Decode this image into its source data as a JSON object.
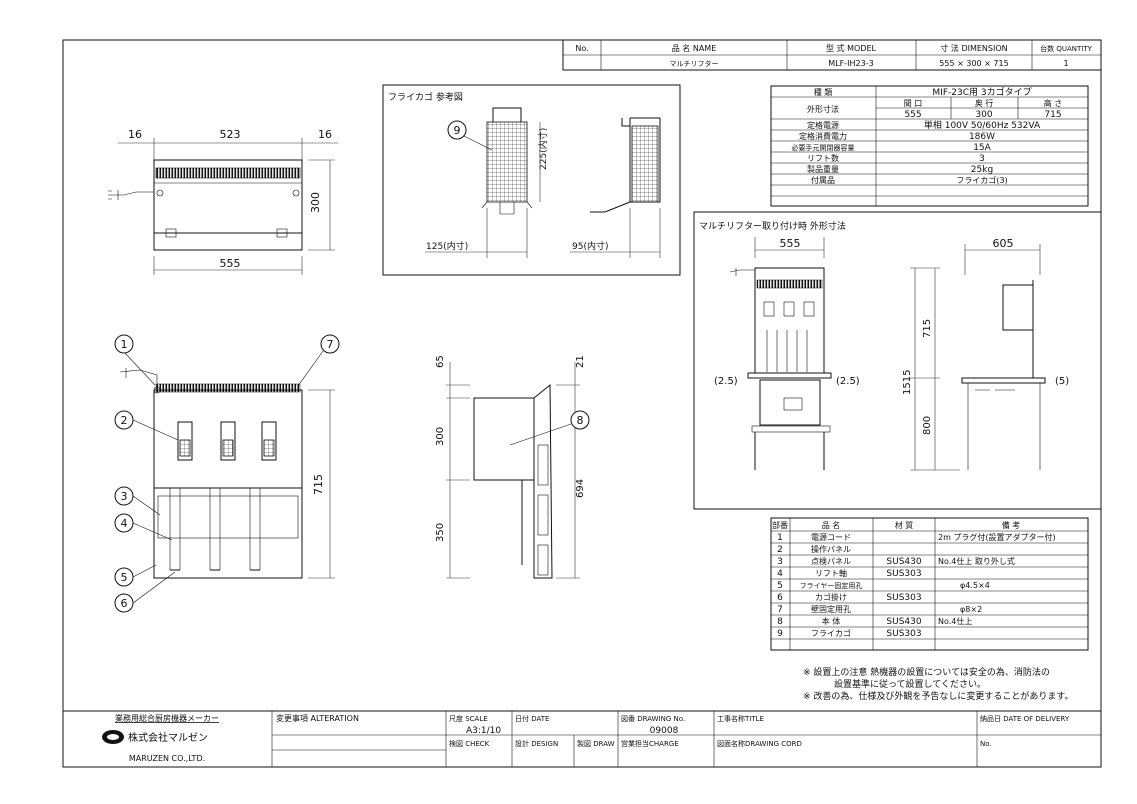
{
  "title_block": {
    "no_label": "No.",
    "name_label": "品 名 NAME",
    "name_value": "マルチリフター",
    "model_label": "型 式 MODEL",
    "model_value": "MLF-IH23-3",
    "dimension_label": "寸 法 DIMENSION",
    "dimension_value": "555 × 300 × 715",
    "quantity_label": "台数 QUANTITY",
    "quantity_value": "1"
  },
  "spec_table": {
    "rows": [
      {
        "label": "種 類",
        "value": "MIF-23C用 3カゴタイプ"
      },
      {
        "label": "定格電源",
        "value": "単相 100V 50/60Hz 532VA"
      },
      {
        "label": "定格消費電力",
        "value": "186W"
      },
      {
        "label": "必要手元開閉器容量",
        "value": "15A"
      },
      {
        "label": "リフト数",
        "value": "3"
      },
      {
        "label": "製品重量",
        "value": "25kg"
      },
      {
        "label": "付属品",
        "value": "フライカゴ(3)"
      }
    ],
    "size_label": "外形寸法",
    "size_headers": [
      "間 口",
      "奥 行",
      "高 さ"
    ],
    "size_values": [
      "555",
      "300",
      "715"
    ]
  },
  "basket_ref": {
    "title": "フライカゴ 参考図",
    "dim_width": "125(内寸)",
    "dim_height": "225(内寸)",
    "dim_depth": "95(内寸)"
  },
  "top_view": {
    "dim_left": "16",
    "dim_mid": "523",
    "dim_right": "16",
    "dim_depth": "300",
    "dim_width": "555"
  },
  "front_view": {
    "dim_height": "715"
  },
  "side_view": {
    "dim_65": "65",
    "dim_21": "21",
    "dim_300": "300",
    "dim_694": "694",
    "dim_350": "350"
  },
  "mount_view": {
    "title": "マルチリフター取り付け時 外形寸法",
    "dim_555": "555",
    "dim_605": "605",
    "dim_715": "715",
    "dim_1515": "1515",
    "dim_800": "800",
    "dim_gap_left": "(2.5)",
    "dim_gap_right": "(2.5)",
    "dim_5": "(5)"
  },
  "callouts": [
    "1",
    "2",
    "3",
    "4",
    "5",
    "6",
    "7",
    "8",
    "9"
  ],
  "parts_table": {
    "headers": [
      "部番",
      "品 名",
      "材 質",
      "備 考"
    ],
    "rows": [
      [
        "1",
        "電源コード",
        "",
        "2m プラグ付(設置アダプター付)"
      ],
      [
        "2",
        "操作パネル",
        "",
        ""
      ],
      [
        "3",
        "点検パネル",
        "SUS430",
        "No.4仕上 取り外し式"
      ],
      [
        "4",
        "リフト軸",
        "SUS303",
        ""
      ],
      [
        "5",
        "フライヤー固定用孔",
        "",
        "φ4.5×4"
      ],
      [
        "6",
        "カゴ掛け",
        "SUS303",
        ""
      ],
      [
        "7",
        "壁固定用孔",
        "",
        "φ8×2"
      ],
      [
        "8",
        "本 体",
        "SUS430",
        "No.4仕上"
      ],
      [
        "9",
        "フライカゴ",
        "SUS303",
        ""
      ]
    ]
  },
  "notes": [
    "※ 設置上の注意 熱機器の設置については安全の為、消防法の",
    "設置基準に従って設置してください。",
    "※ 改善の為、仕様及び外観を予告なしに変更することがあります。"
  ],
  "footer": {
    "maker_caption": "業務用総合厨房機器メーカー",
    "company_name": "株式会社マルゼン",
    "company_romaji": "MARUZEN CO.,LTD.",
    "alteration_label": "変更事項 ALTERATION",
    "scale_label": "尺度 SCALE",
    "scale_value": "A3:1/10",
    "date_label": "日付 DATE",
    "drawing_no_label": "図番 DRAWING No.",
    "drawing_no_value": "09008",
    "title_label": "工事名称TITLE",
    "delivery_label": "納品日 DATE OF DELIVERY",
    "check_label": "検図 CHECK",
    "design_label": "設計 DESIGN",
    "draw_label": "製図 DRAW",
    "charge_label": "営業担当CHARGE",
    "cord_label": "図面名称DRAWING CORD",
    "no_label": "No."
  }
}
